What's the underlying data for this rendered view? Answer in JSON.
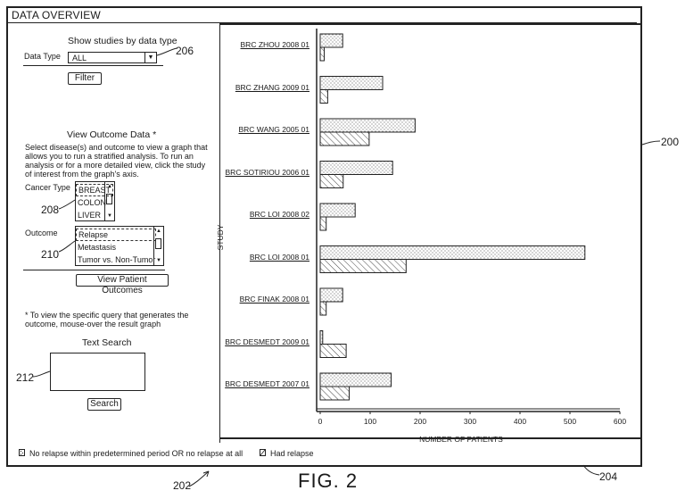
{
  "window": {
    "title": "DATA OVERVIEW"
  },
  "filter_section": {
    "heading": "Show studies by data type",
    "data_type_label": "Data Type",
    "data_type_value": "ALL",
    "filter_button": "Filter"
  },
  "outcome_section": {
    "heading": "View Outcome Data *",
    "instructions": [
      "Select disease(s) and outcome to view a graph that",
      "allows you to run a stratified analysis. To run an",
      "analysis or for a more detailed view, click the study",
      "of interest from the graph's axis."
    ],
    "cancer_type_label": "Cancer Type",
    "cancer_types": [
      "BREAST",
      "COLON",
      "LIVER"
    ],
    "outcome_label": "Outcome",
    "outcomes": [
      "Relapse",
      "Metastasis",
      "Tumor vs. Non-Tumor"
    ],
    "view_button": "View Patient Outcomes",
    "footnote": [
      "* To view the specific query that generates the",
      "outcome, mouse-over the result graph"
    ]
  },
  "text_search": {
    "heading": "Text Search",
    "search_button": "Search"
  },
  "reference_numerals": {
    "r206": "206",
    "r208": "208",
    "r210": "210",
    "r212": "212",
    "r200": "200",
    "r202": "202",
    "r204": "204"
  },
  "legend": {
    "no_relapse": "No relapse within predetermined period OR no relapse at all",
    "had_relapse": "Had relapse"
  },
  "figure_caption": "FIG. 2",
  "chart_data": {
    "type": "bar",
    "orientation": "horizontal",
    "ylabel": "STUDY",
    "xlabel": "NUMBER OF PATIENTS",
    "xlim": [
      0,
      600
    ],
    "xticks": [
      "0",
      "100",
      "200",
      "300",
      "400",
      "500",
      "600"
    ],
    "categories": [
      "BRC ZHOU 2008 01",
      "BRC ZHANG 2009 01",
      "BRC WANG 2005 01",
      "BRC SOTIRIOU 2006 01",
      "BRC LOI 2008 02",
      "BRC LOI 2008 01",
      "BRC FINAK 2008 01",
      "BRC DESMEDT 2009 01",
      "BRC DESMEDT 2007 01"
    ],
    "series": [
      {
        "name": "No relapse within predetermined period OR no relapse at all",
        "pattern": "dots",
        "values": [
          45,
          125,
          190,
          145,
          70,
          530,
          45,
          5,
          142
        ]
      },
      {
        "name": "Had relapse",
        "pattern": "hatch",
        "values": [
          8,
          15,
          98,
          46,
          12,
          172,
          12,
          52,
          58
        ]
      }
    ]
  }
}
